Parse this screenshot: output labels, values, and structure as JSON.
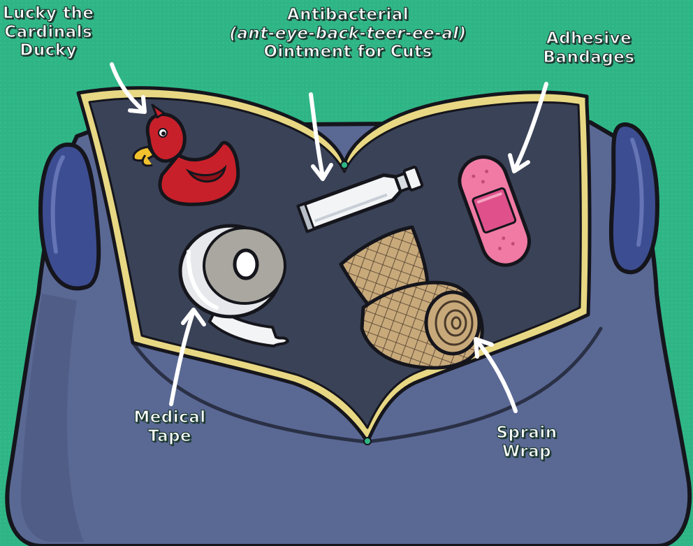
{
  "colors": {
    "background": "#2fb585",
    "kit_body": "#5a6894",
    "kit_lid": "#3a4257",
    "kit_trim": "#e8d884",
    "handle": "#3d4d91",
    "duck": "#c8202a",
    "bandage": "#f07aa3",
    "tape": "#f2f4f6",
    "sprain_wrap": "#c8a97a",
    "arrow": "#ffffff"
  },
  "labels": {
    "duck": {
      "lines": [
        "Lucky the",
        "Cardinals",
        "Ducky"
      ]
    },
    "ointment": {
      "lines": [
        "Antibacterial",
        "(ant-eye-back-teer-ee-al)",
        "Ointment for Cuts"
      ]
    },
    "bandages": {
      "lines": [
        "Adhesive",
        "Bandages"
      ]
    },
    "tape": {
      "lines": [
        "Medical",
        "Tape"
      ]
    },
    "sprain": {
      "lines": [
        "Sprain",
        "Wrap"
      ]
    }
  },
  "icons": {
    "duck": "rubber-duck-icon",
    "ointment": "ointment-tube-icon",
    "bandage": "adhesive-bandage-icon",
    "tape": "tape-roll-icon",
    "sprain": "sprain-wrap-icon"
  }
}
